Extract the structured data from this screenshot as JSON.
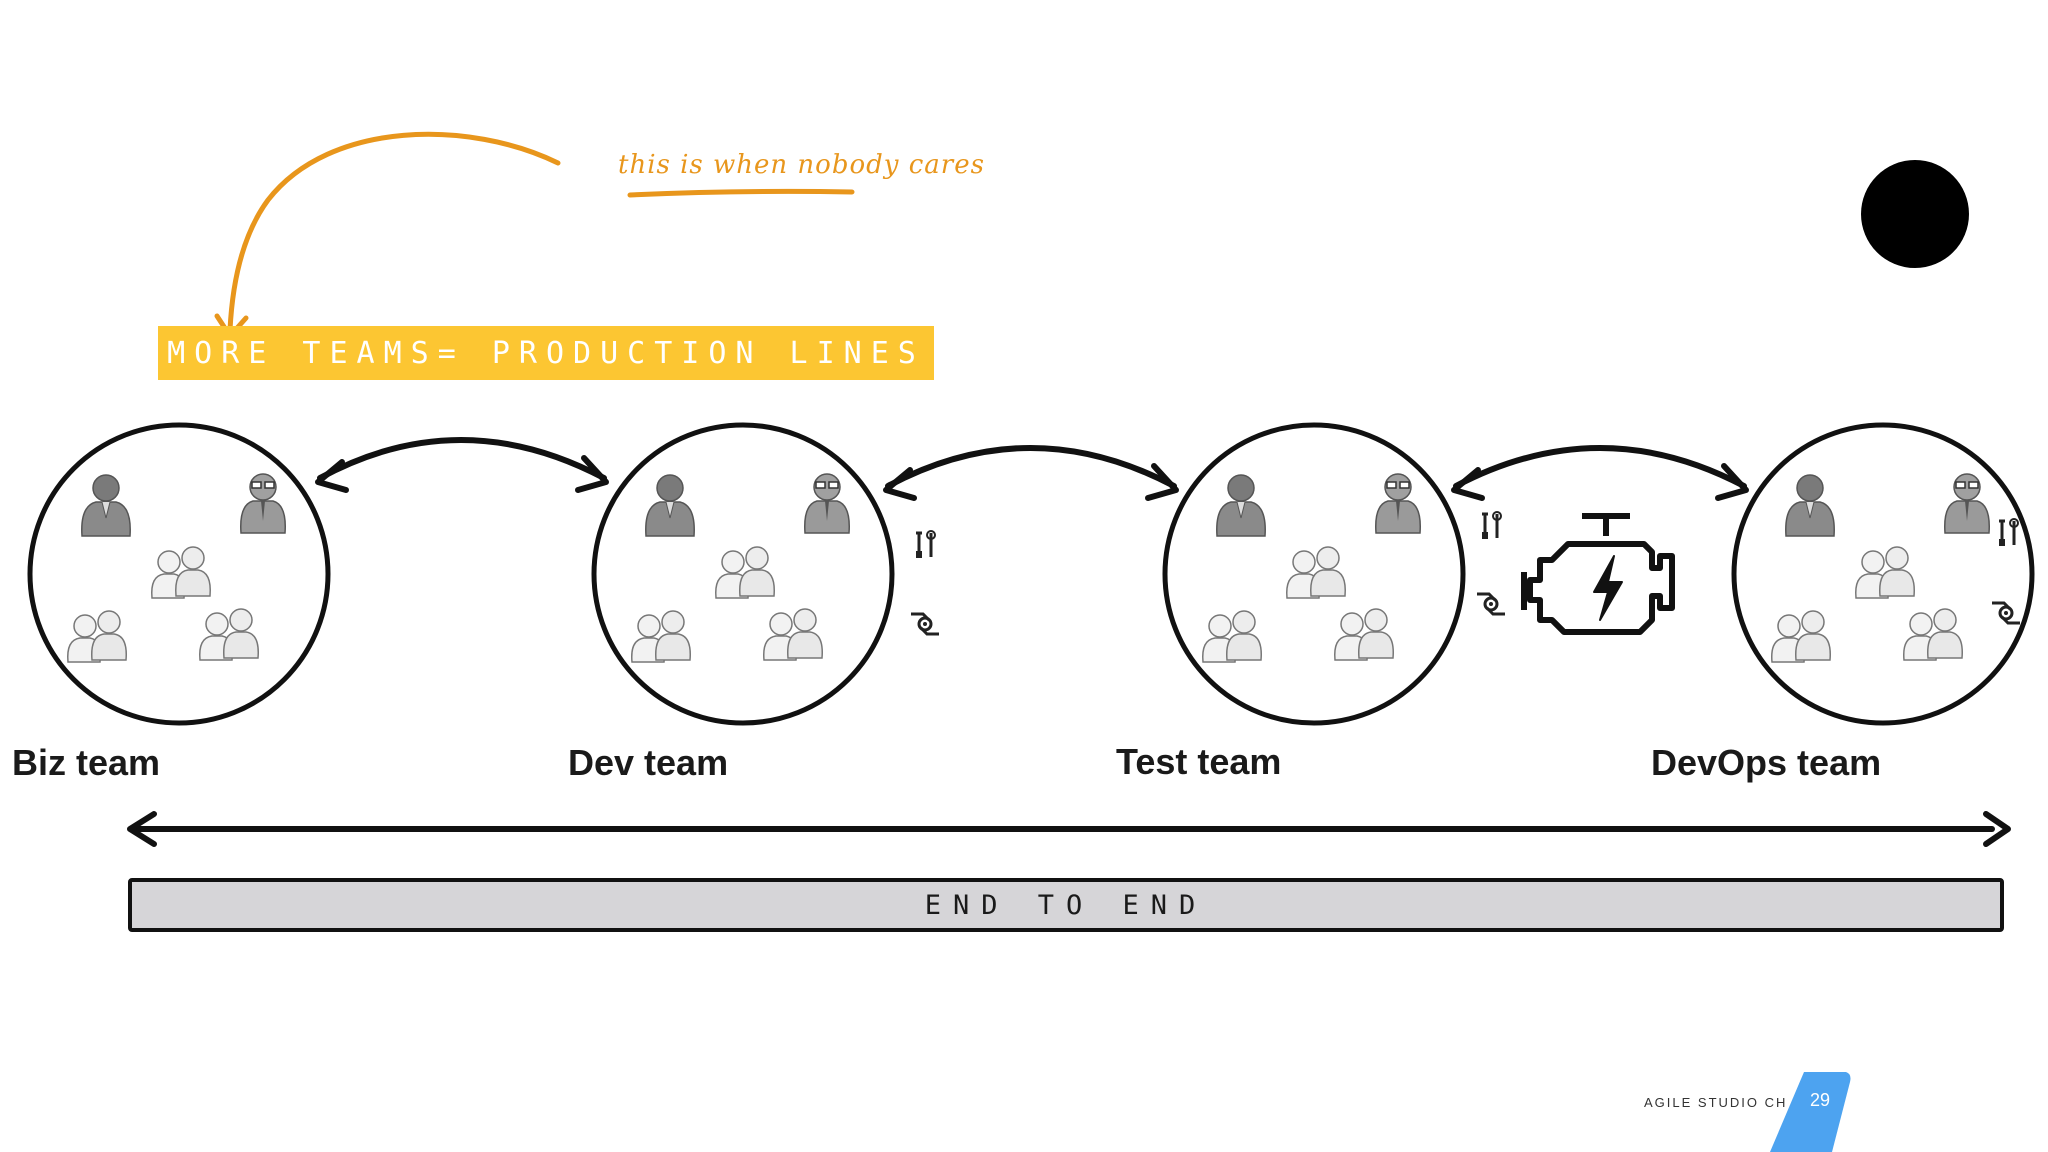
{
  "annotation": {
    "text": "this is when nobody cares",
    "accent_color": "#e8961c"
  },
  "headline": {
    "text": "MORE TEAMS= PRODUCTION LINES",
    "background_color": "#fcc632"
  },
  "teams": [
    {
      "label": "Biz team"
    },
    {
      "label": "Dev team",
      "icons": [
        "tools-icon",
        "handshake-gear-icon"
      ]
    },
    {
      "label": "Test team",
      "icons": [
        "tools-icon",
        "handshake-gear-icon",
        "engine-icon"
      ]
    },
    {
      "label": "DevOps team",
      "icons": [
        "tools-icon",
        "handshake-gear-icon"
      ]
    }
  ],
  "team_icons": [
    "manager-icon",
    "engineer-icon",
    "people-pair-icon"
  ],
  "connectors": [
    "biz-dev",
    "dev-test",
    "test-devops"
  ],
  "e2e": {
    "label": "END TO END",
    "bar_color": "#d6d5d8"
  },
  "footer": {
    "brand": "AGILE STUDIO CH",
    "page_number": "29",
    "badge_color": "#4da3f0"
  },
  "decor": {
    "black_dot_color": "#000000"
  }
}
